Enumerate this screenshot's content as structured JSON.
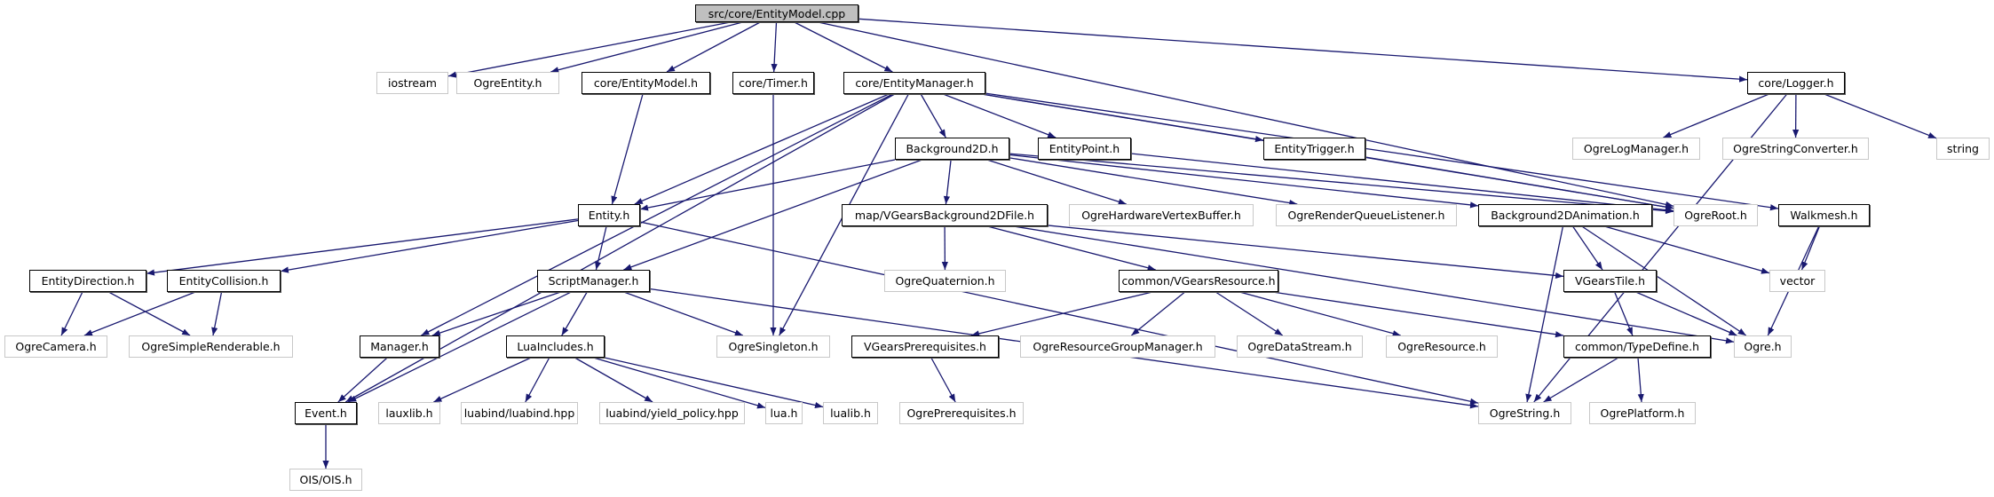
{
  "graph": {
    "title": "src/core/EntityModel.cpp",
    "edge_color": "#191970",
    "nodes": {
      "root": {
        "label": "src/core/EntityModel.cpp",
        "kind": "root"
      },
      "iostream": {
        "label": "iostream",
        "kind": "external"
      },
      "ogreentity": {
        "label": "OgreEntity.h",
        "kind": "external"
      },
      "entitymodel_h": {
        "label": "core/EntityModel.h",
        "kind": "local"
      },
      "timer": {
        "label": "core/Timer.h",
        "kind": "local"
      },
      "entitymanager": {
        "label": "core/EntityManager.h",
        "kind": "local"
      },
      "logger": {
        "label": "core/Logger.h",
        "kind": "local"
      },
      "background2d": {
        "label": "Background2D.h",
        "kind": "local"
      },
      "entitypoint": {
        "label": "EntityPoint.h",
        "kind": "local"
      },
      "entitytrigger": {
        "label": "EntityTrigger.h",
        "kind": "local"
      },
      "ogrelogmanager": {
        "label": "OgreLogManager.h",
        "kind": "external"
      },
      "ogrestringconverter": {
        "label": "OgreStringConverter.h",
        "kind": "external"
      },
      "string": {
        "label": "string",
        "kind": "external"
      },
      "entity": {
        "label": "Entity.h",
        "kind": "local"
      },
      "vgbg2dfile": {
        "label": "map/VGearsBackground2DFile.h",
        "kind": "local"
      },
      "ogrehwvb": {
        "label": "OgreHardwareVertexBuffer.h",
        "kind": "external"
      },
      "ogrerql": {
        "label": "OgreRenderQueueListener.h",
        "kind": "external"
      },
      "bg2danim": {
        "label": "Background2DAnimation.h",
        "kind": "local"
      },
      "ogreroot": {
        "label": "OgreRoot.h",
        "kind": "external"
      },
      "walkmesh": {
        "label": "Walkmesh.h",
        "kind": "local"
      },
      "entitydirection": {
        "label": "EntityDirection.h",
        "kind": "local"
      },
      "entitycollision": {
        "label": "EntityCollision.h",
        "kind": "local"
      },
      "scriptmanager": {
        "label": "ScriptManager.h",
        "kind": "local"
      },
      "ogrequaternion": {
        "label": "OgreQuaternion.h",
        "kind": "external"
      },
      "vgresource": {
        "label": "common/VGearsResource.h",
        "kind": "local"
      },
      "vgearstile": {
        "label": "VGearsTile.h",
        "kind": "local"
      },
      "vector": {
        "label": "vector",
        "kind": "external"
      },
      "ogrecamera": {
        "label": "OgreCamera.h",
        "kind": "external"
      },
      "ogresimplerenderable": {
        "label": "OgreSimpleRenderable.h",
        "kind": "external"
      },
      "manager": {
        "label": "Manager.h",
        "kind": "local"
      },
      "luaincludes": {
        "label": "LuaIncludes.h",
        "kind": "local"
      },
      "ogresingleton": {
        "label": "OgreSingleton.h",
        "kind": "external"
      },
      "vgprereq": {
        "label": "VGearsPrerequisites.h",
        "kind": "local"
      },
      "ogrergm": {
        "label": "OgreResourceGroupManager.h",
        "kind": "external"
      },
      "ogredatastream": {
        "label": "OgreDataStream.h",
        "kind": "external"
      },
      "ogreresource": {
        "label": "OgreResource.h",
        "kind": "external"
      },
      "typedefine": {
        "label": "common/TypeDefine.h",
        "kind": "local"
      },
      "ogre": {
        "label": "Ogre.h",
        "kind": "external"
      },
      "event": {
        "label": "Event.h",
        "kind": "local"
      },
      "lauxlib": {
        "label": "lauxlib.h",
        "kind": "external"
      },
      "luabind": {
        "label": "luabind/luabind.hpp",
        "kind": "external"
      },
      "yieldpolicy": {
        "label": "luabind/yield_policy.hpp",
        "kind": "external"
      },
      "lua": {
        "label": "lua.h",
        "kind": "external"
      },
      "lualib": {
        "label": "lualib.h",
        "kind": "external"
      },
      "ogreprereq": {
        "label": "OgrePrerequisites.h",
        "kind": "external"
      },
      "ogrestring": {
        "label": "OgreString.h",
        "kind": "external"
      },
      "ogreplatform": {
        "label": "OgrePlatform.h",
        "kind": "external"
      },
      "ois": {
        "label": "OIS/OIS.h",
        "kind": "external"
      }
    },
    "edges": [
      [
        "root",
        "iostream"
      ],
      [
        "root",
        "ogreentity"
      ],
      [
        "root",
        "entitymodel_h"
      ],
      [
        "root",
        "timer"
      ],
      [
        "root",
        "entitymanager"
      ],
      [
        "root",
        "logger"
      ],
      [
        "root",
        "ogreroot"
      ],
      [
        "entitymodel_h",
        "entity"
      ],
      [
        "timer",
        "ogresingleton"
      ],
      [
        "entitymanager",
        "event"
      ],
      [
        "entitymanager",
        "entity"
      ],
      [
        "entitymanager",
        "manager"
      ],
      [
        "entitymanager",
        "ogresingleton"
      ],
      [
        "entitymanager",
        "background2d"
      ],
      [
        "entitymanager",
        "entitypoint"
      ],
      [
        "entitymanager",
        "entitytrigger"
      ],
      [
        "entitymanager",
        "ogreroot"
      ],
      [
        "entitymanager",
        "walkmesh"
      ],
      [
        "logger",
        "ogrelogmanager"
      ],
      [
        "logger",
        "ogrestringconverter"
      ],
      [
        "logger",
        "string"
      ],
      [
        "logger",
        "ogrestring"
      ],
      [
        "background2d",
        "entity"
      ],
      [
        "background2d",
        "scriptmanager"
      ],
      [
        "background2d",
        "vgbg2dfile"
      ],
      [
        "background2d",
        "ogrehwvb"
      ],
      [
        "background2d",
        "ogrerql"
      ],
      [
        "background2d",
        "bg2danim"
      ],
      [
        "background2d",
        "ogreroot"
      ],
      [
        "entitypoint",
        "ogreroot"
      ],
      [
        "entitytrigger",
        "ogreroot"
      ],
      [
        "entity",
        "entitydirection"
      ],
      [
        "entity",
        "entitycollision"
      ],
      [
        "entity",
        "scriptmanager"
      ],
      [
        "entity",
        "ogrestring"
      ],
      [
        "vgbg2dfile",
        "ogrequaternion"
      ],
      [
        "vgbg2dfile",
        "vgresource"
      ],
      [
        "vgbg2dfile",
        "vgearstile"
      ],
      [
        "vgbg2dfile",
        "ogre"
      ],
      [
        "bg2danim",
        "vgearstile"
      ],
      [
        "bg2danim",
        "ogrestring"
      ],
      [
        "bg2danim",
        "vector"
      ],
      [
        "bg2danim",
        "ogre"
      ],
      [
        "walkmesh",
        "vector"
      ],
      [
        "walkmesh",
        "ogre"
      ],
      [
        "entitydirection",
        "ogrecamera"
      ],
      [
        "entitydirection",
        "ogresimplerenderable"
      ],
      [
        "entitycollision",
        "ogrecamera"
      ],
      [
        "entitycollision",
        "ogresimplerenderable"
      ],
      [
        "scriptmanager",
        "manager"
      ],
      [
        "scriptmanager",
        "event"
      ],
      [
        "scriptmanager",
        "luaincludes"
      ],
      [
        "scriptmanager",
        "ogresingleton"
      ],
      [
        "scriptmanager",
        "ogrestring"
      ],
      [
        "vgresource",
        "vgprereq"
      ],
      [
        "vgresource",
        "ogrergm"
      ],
      [
        "vgresource",
        "ogredatastream"
      ],
      [
        "vgresource",
        "ogreresource"
      ],
      [
        "vgresource",
        "typedefine"
      ],
      [
        "vgearstile",
        "typedefine"
      ],
      [
        "vgearstile",
        "ogre"
      ],
      [
        "manager",
        "event"
      ],
      [
        "luaincludes",
        "lauxlib"
      ],
      [
        "luaincludes",
        "luabind"
      ],
      [
        "luaincludes",
        "yieldpolicy"
      ],
      [
        "luaincludes",
        "lua"
      ],
      [
        "luaincludes",
        "lualib"
      ],
      [
        "vgprereq",
        "ogreprereq"
      ],
      [
        "typedefine",
        "ogrestring"
      ],
      [
        "typedefine",
        "ogreplatform"
      ],
      [
        "event",
        "ois"
      ]
    ]
  }
}
